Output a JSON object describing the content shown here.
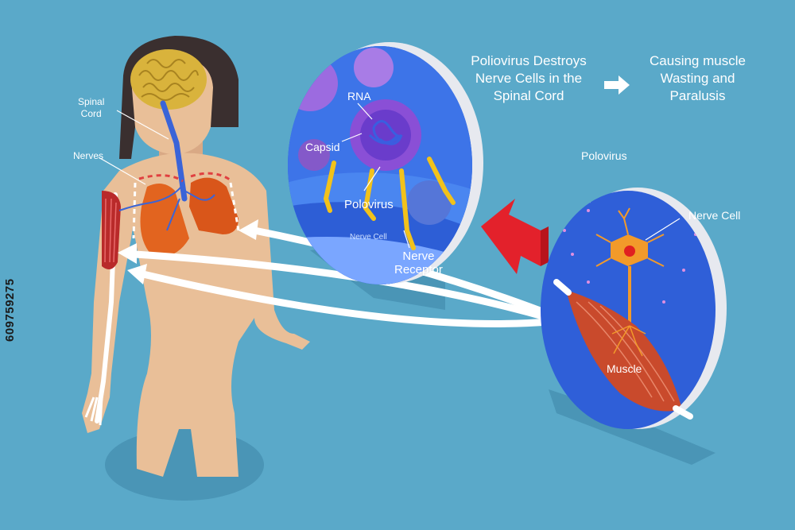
{
  "heading": {
    "cause_lines": [
      "Poliovirus Destroys",
      "Nerve Cells in the",
      "Spinal Cord"
    ],
    "effect_lines": [
      "Causing muscle",
      "Wasting and",
      "Paralusis"
    ]
  },
  "body_labels": {
    "spinal_cord_lines": [
      "Spinal",
      "Cord"
    ],
    "nerves": "Nerves"
  },
  "virus_circle": {
    "rna": "RNA",
    "capsid": "Capsid",
    "polovirus": "Polovirus",
    "nerve_cell": "Nerve Cell",
    "nerve_receptor_lines": [
      "Nerve",
      "Receptor"
    ]
  },
  "muscle_circle": {
    "polovirus": "Polovirus",
    "nerve_cell": "Nerve Cell",
    "muscle": "Muscle"
  },
  "stock_id": "609759275",
  "colors": {
    "background": "#5aa9c9",
    "skin": "#e9bf98",
    "brain": "#d9b33c",
    "lungs": "#e2641f",
    "circle_blue": "#2f5fd8",
    "virus_purple": "#8a4fd6",
    "receptor_yellow": "#f2c21b",
    "muscle_red": "#c94a2c",
    "arrow_red": "#e3212b",
    "arrow_white": "#ffffff"
  }
}
